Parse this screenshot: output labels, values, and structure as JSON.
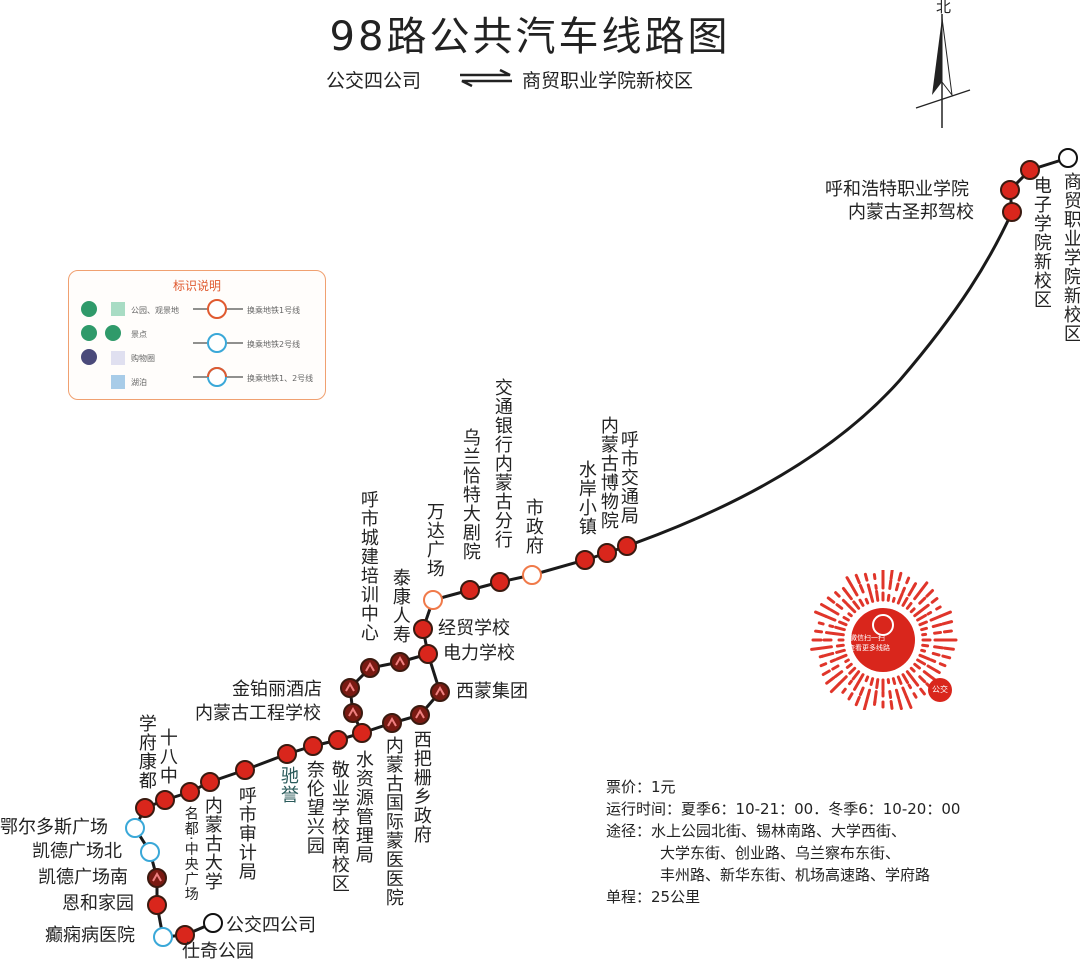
{
  "header": {
    "title": "98路公共汽车线路图",
    "from": "公交四公司",
    "to": "商贸职业学院新校区",
    "north_label": "北"
  },
  "legend": {
    "title": "标识说明",
    "items": [
      "公园、观景地",
      "景点",
      "购物圈",
      "湖泊"
    ],
    "transfers": [
      "换乘地铁1号线",
      "换乘地铁2号线",
      "换乘地铁1、2号线"
    ]
  },
  "stations": [
    {
      "name": "公交四公司",
      "type": "terminal"
    },
    {
      "name": "仕奇公园",
      "type": "stop"
    },
    {
      "name": "癫痫病医院",
      "type": "metro2"
    },
    {
      "name": "恩和家园",
      "type": "stop"
    },
    {
      "name": "凯德广场南",
      "type": "oneway"
    },
    {
      "name": "凯德广场北",
      "type": "metro2"
    },
    {
      "name": "鄂尔多斯广场",
      "type": "metro2"
    },
    {
      "name": "学府康都",
      "type": "stop"
    },
    {
      "name": "十八中",
      "type": "stop"
    },
    {
      "name": "名都·中央广场",
      "type": "stop"
    },
    {
      "name": "内蒙古大学",
      "type": "stop"
    },
    {
      "name": "呼市审计局",
      "type": "stop"
    },
    {
      "name": "驰誉",
      "type": "stop"
    },
    {
      "name": "奈伦望兴园",
      "type": "stop"
    },
    {
      "name": "敬业学校南校区",
      "type": "stop"
    },
    {
      "name": "水资源管理局",
      "type": "stop"
    },
    {
      "name": "内蒙古国际蒙医医院",
      "type": "oneway"
    },
    {
      "name": "西把栅乡政府",
      "type": "oneway"
    },
    {
      "name": "西蒙集团",
      "type": "oneway"
    },
    {
      "name": "电力学校",
      "type": "stop"
    },
    {
      "name": "泰康人寿",
      "type": "oneway"
    },
    {
      "name": "呼市城建培训中心",
      "type": "oneway"
    },
    {
      "name": "金铂丽酒店",
      "type": "oneway"
    },
    {
      "name": "内蒙古工程学校",
      "type": "oneway"
    },
    {
      "name": "经贸学校",
      "type": "stop"
    },
    {
      "name": "万达广场",
      "type": "metro1"
    },
    {
      "name": "乌兰恰特大剧院",
      "type": "stop"
    },
    {
      "name": "交通银行内蒙古分行",
      "type": "stop"
    },
    {
      "name": "市政府",
      "type": "metro1"
    },
    {
      "name": "水岸小镇",
      "type": "stop"
    },
    {
      "name": "内蒙古博物院",
      "type": "stop"
    },
    {
      "name": "呼市交通局",
      "type": "stop"
    },
    {
      "name": "内蒙古圣邦驾校",
      "type": "stop"
    },
    {
      "name": "呼和浩特职业学院",
      "type": "stop"
    },
    {
      "name": "电子学院新校区",
      "type": "stop"
    },
    {
      "name": "商贸职业学院新校区",
      "type": "terminal"
    }
  ],
  "info": {
    "fare": "票价：1元",
    "hours": "运行时间：夏季6：10-21：00．冬季6：10-20：00",
    "route_1": "途径：水上公园北街、锡林南路、大学西街、",
    "route_2": "大学东街、创业路、乌兰察布东街、",
    "route_3": "丰州路、新华东街、机场高速路、学府路",
    "distance": "单程：25公里"
  },
  "qr": {
    "line1": "微信扫一扫",
    "line2": "查看更多线路",
    "badge": "公交"
  },
  "colors": {
    "stop": "#d9261c",
    "metro1": "#f07a4a",
    "metro2": "#3aa8d8",
    "line": "#1a1a1a"
  }
}
